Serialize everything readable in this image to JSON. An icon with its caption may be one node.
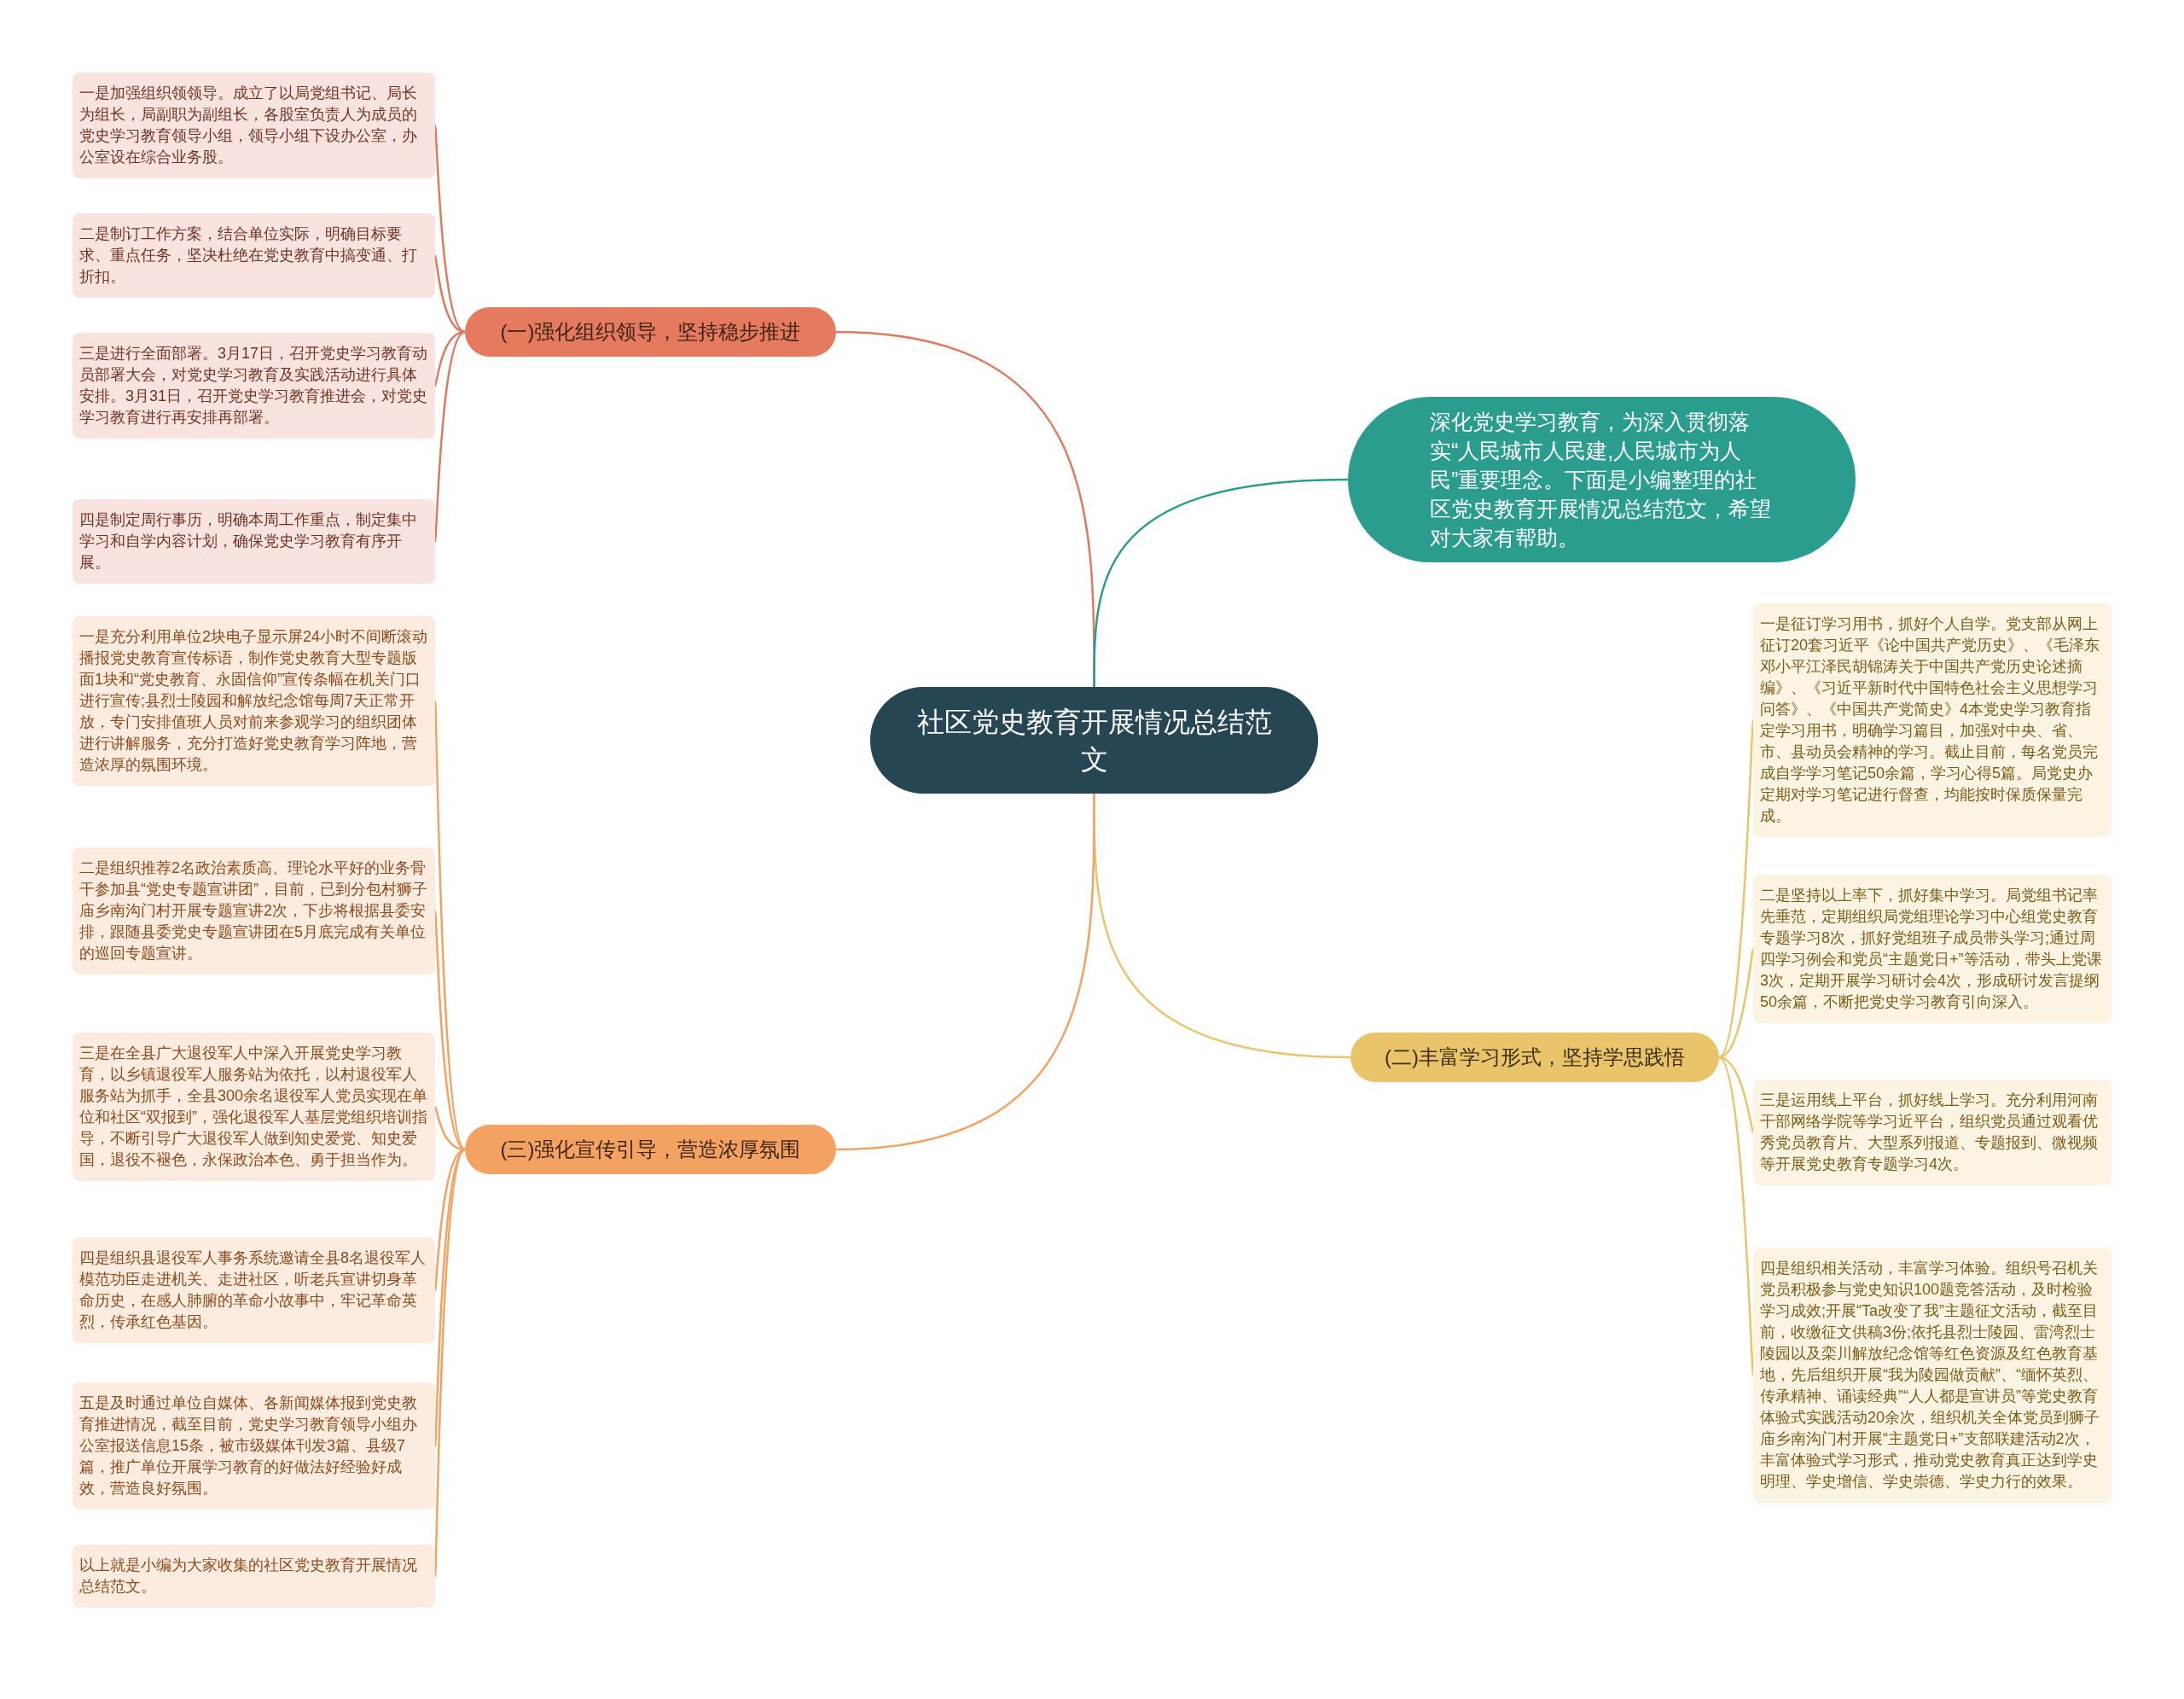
{
  "diagram": {
    "nodes": [
      {
        "text": [
          "社区党史教育开展情况总结范文"
        ]
      },
      {
        "text": [
          "深化党史学习教育，为深入贯彻落实“人民城市人民建,人民城市为人民”重要理念。下面是小编整理的社区党史教育开展情况总结范文，希望对大家有帮助。"
        ]
      },
      {
        "text": [
          "(一)强化组织领导，坚持稳步推进"
        ]
      },
      {
        "text": [
          "一是加强组织领领导。成立了以局党组书记、局长为组长，局副职为副组长，各股室负责人为成员的党史学习教育领导小组，领导小组下设办公室，办公室设在综合业务股。"
        ]
      },
      {
        "text": [
          "二是制订工作方案，结合单位实际，明确目标要求、重点任务，坚决杜绝在党史教育中搞变通、打折扣。"
        ]
      },
      {
        "text": [
          "三是进行全面部署。3月17日，召开党史学习教育动员部署大会，对党史学习教育及实践活动进行具体安排。3月31日，召开党史学习教育推进会，对党史学习教育进行再安排再部署。"
        ]
      },
      {
        "text": [
          "四是制定周行事历，明确本周工作重点，制定集中学习和自学内容计划，确保党史学习教育有序开展。"
        ]
      },
      {
        "text": [
          "(二)丰富学习形式，坚持学思践悟"
        ]
      },
      {
        "text": [
          "一是征订学习用书，抓好个人自学。党支部从网上征订20套习近平《论中国共产党历史》、《毛泽东邓小平江泽民胡锦涛关于中国共产党历史论述摘编》、《习近平新时代中国特色社会主义思想学习问答》、《中国共产党简史》4本党史学习教育指定学习用书，明确学习篇目，加强对中央、省、市、县动员会精神的学习。截止目前，每名党员完成自学学习笔记50余篇，学习心得5篇。局党史办定期对学习笔记进行督查，均能按时保质保量完成。"
        ]
      },
      {
        "text": [
          "二是坚持以上率下，抓好集中学习。局党组书记率先垂范，定期组织局党组理论学习中心组党史教育专题学习8次，抓好党组班子成员带头学习;通过周四学习例会和党员“主题党日+”等活动，带头上党课3次，定期开展学习研讨会4次，形成研讨发言提纲50余篇，不断把党史学习教育引向深入。"
        ]
      },
      {
        "text": [
          "三是运用线上平台，抓好线上学习。充分利用河南干部网络学院等学习近平台，组织党员通过观看优秀党员教育片、大型系列报道、专题报到、微视频等开展党史教育专题学习4次。"
        ]
      },
      {
        "text": [
          "四是组织相关活动，丰富学习体验。组织号召机关党员积极参与党史知识100题竞答活动，及时检验学习成效;开展“Ta改变了我”主题征文活动，截至目前，收缴征文供稿3份;依托县烈士陵园、雷湾烈士陵园以及栾川解放纪念馆等红色资源及红色教育基地，先后组织开展“我为陵园做贡献”、“缅怀英烈、传承精神、诵读经典”“人人都是宣讲员”等党史教育体验式实践活动20余次，组织机关全体党员到狮子庙乡南沟门村开展“主题党日+”支部联建活动2次，丰富体验式学习形式，推动党史教育真正达到学史明理、学史增信、学史崇德、学史力行的效果。"
        ]
      },
      {
        "text": [
          "(三)强化宣传引导，营造浓厚氛围"
        ]
      },
      {
        "text": [
          "一是充分利用单位2块电子显示屏24小时不间断滚动播报党史教育宣传标语，制作党史教育大型专题版面1块和“党史教育、永固信仰”宣传条幅在机关门口进行宣传;县烈士陵园和解放纪念馆每周7天正常开放，专门安排值班人员对前来参观学习的组织团体进行讲解服务，充分打造好党史教育学习阵地，营造浓厚的氛围环境。"
        ]
      },
      {
        "text": [
          "二是组织推荐2名政治素质高、理论水平好的业务骨干参加县“党史专题宣讲团”，目前，已到分包村狮子庙乡南沟门村开展专题宣讲2次，下步将根据县委安排，跟随县委党史专题宣讲团在5月底完成有关单位的巡回专题宣讲。"
        ]
      },
      {
        "text": [
          "三是在全县广大退役军人中深入开展党史学习教育，以乡镇退役军人服务站为依托，以村退役军人服务站为抓手，全县300余名退役军人党员实现在单位和社区“双报到”，强化退役军人基层党组织培训指导，不断引导广大退役军人做到知史爱党、知史爱国，退役不褪色，永保政治本色、勇于担当作为。"
        ]
      },
      {
        "text": [
          "四是组织县退役军人事务系统邀请全县8名退役军人模范功臣走进机关、走进社区，听老兵宣讲切身革命历史，在感人肺腑的革命小故事中，牢记革命英烈，传承红色基因。"
        ]
      },
      {
        "text": [
          "五是及时通过单位自媒体、各新闻媒体报到党史教育推进情况，截至目前，党史学习教育领导小组办公室报送信息15条，被市级媒体刊发3篇、县级7篇，推广单位开展学习教育的好做法好经验好成效，营造良好氛围。"
        ]
      },
      {
        "text": [
          "以上就是小编为大家收集的社区党史教育开展情况总结范文。"
        ]
      }
    ],
    "edges": [
      {
        "from": 0,
        "to": 2,
        "arrow": "none",
        "color": "#e07a5f"
      },
      {
        "from": 0,
        "to": 1,
        "arrow": "none",
        "color": "#2a9d8f"
      },
      {
        "from": 0,
        "to": 7,
        "arrow": "none",
        "color": "#e9c46a"
      },
      {
        "from": 0,
        "to": 12,
        "arrow": "none",
        "color": "#f4a261"
      },
      {
        "from": 2,
        "to": 3,
        "arrow": "none",
        "color": "#e07a5f"
      },
      {
        "from": 2,
        "to": 4,
        "arrow": "none",
        "color": "#e07a5f"
      },
      {
        "from": 2,
        "to": 5,
        "arrow": "none",
        "color": "#e07a5f"
      },
      {
        "from": 2,
        "to": 6,
        "arrow": "none",
        "color": "#e07a5f"
      },
      {
        "from": 7,
        "to": 8,
        "arrow": "none",
        "color": "#e9c46a"
      },
      {
        "from": 7,
        "to": 9,
        "arrow": "none",
        "color": "#e9c46a"
      },
      {
        "from": 7,
        "to": 10,
        "arrow": "none",
        "color": "#e9c46a"
      },
      {
        "from": 7,
        "to": 11,
        "arrow": "none",
        "color": "#e9c46a"
      },
      {
        "from": 12,
        "to": 13,
        "arrow": "none",
        "color": "#f4a261"
      },
      {
        "from": 12,
        "to": 14,
        "arrow": "none",
        "color": "#f4a261"
      },
      {
        "from": 12,
        "to": 15,
        "arrow": "none",
        "color": "#f4a261"
      },
      {
        "from": 12,
        "to": 16,
        "arrow": "none",
        "color": "#f4a261"
      },
      {
        "from": 12,
        "to": 17,
        "arrow": "none",
        "color": "#f4a261"
      },
      {
        "from": 12,
        "to": 18,
        "arrow": "none",
        "color": "#f4a261"
      }
    ]
  }
}
